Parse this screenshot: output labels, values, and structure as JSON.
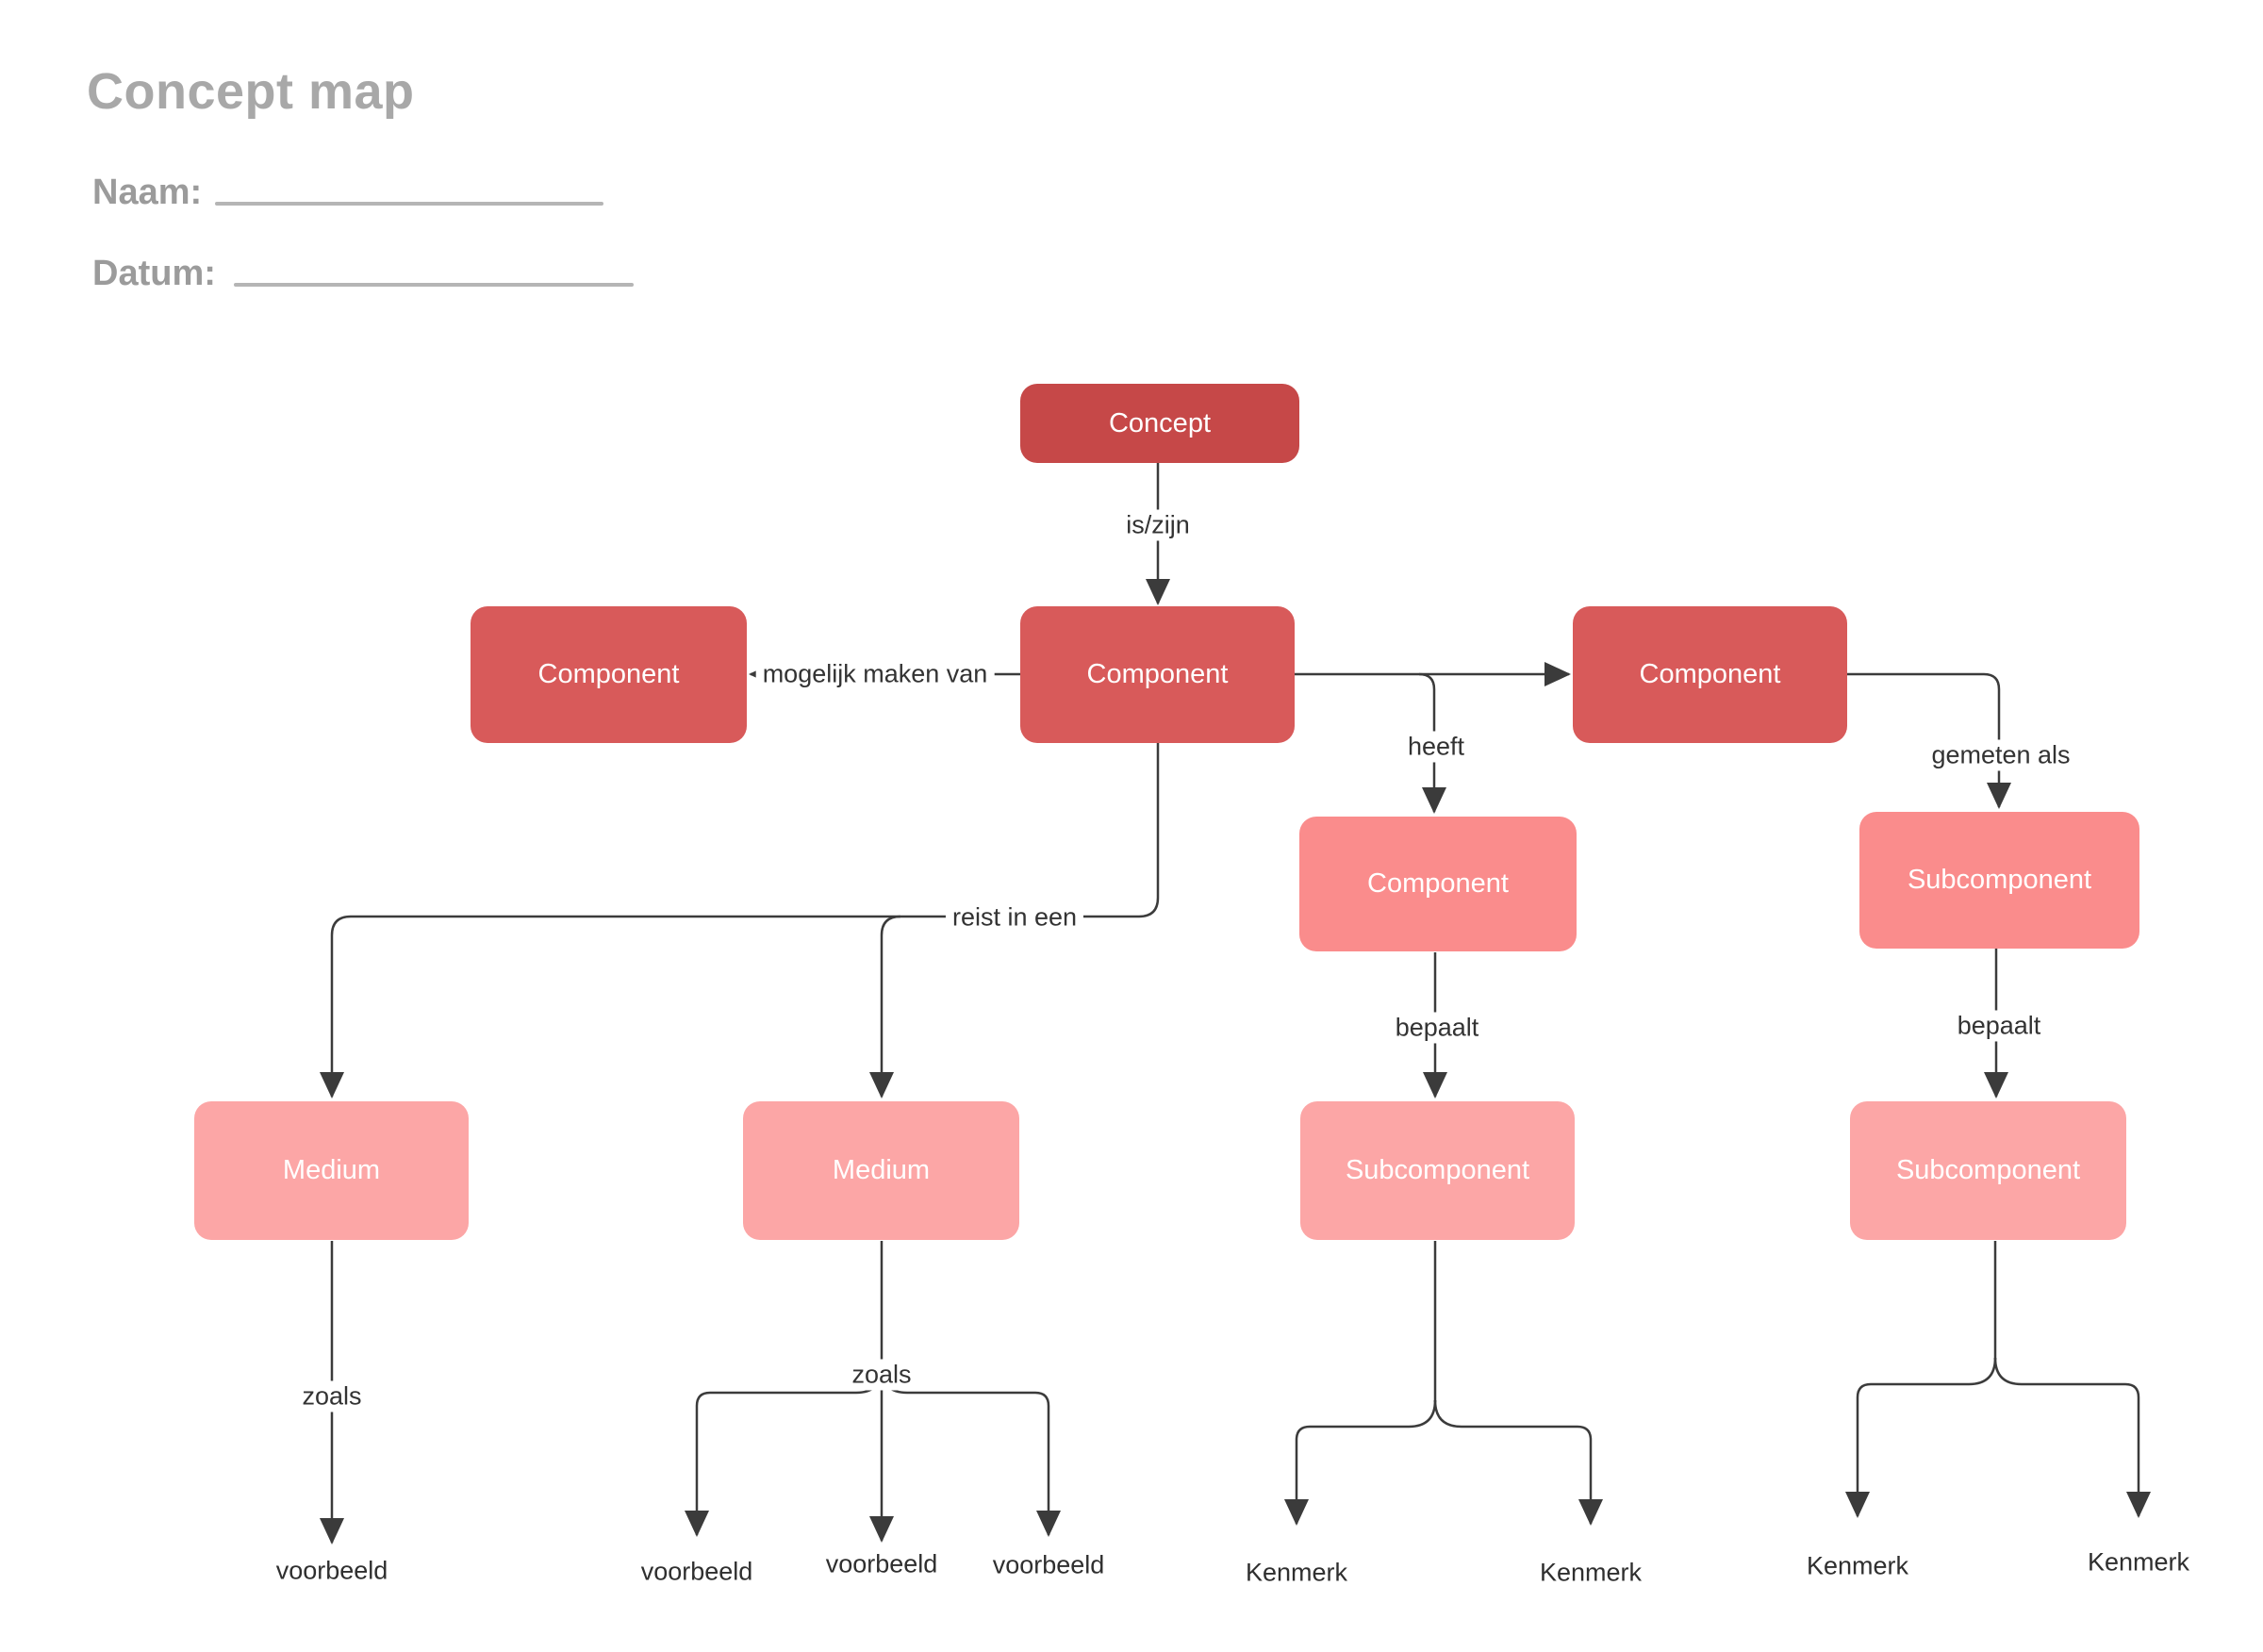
{
  "header": {
    "title": "Concept map",
    "name_label": "Naam:",
    "date_label": "Datum:"
  },
  "colors": {
    "level1_dark_red": "#c64848",
    "level2_red": "#d85a5a",
    "level3_pink": "#fa8c8c",
    "level4_light_pink": "#fca6a6",
    "connector_line": "#3b3b3b",
    "edge_label_text": "#333333",
    "heading_gray": "#a8a8a8"
  },
  "nodes": {
    "concept": "Concept",
    "component_center": "Component",
    "component_left": "Component",
    "component_right": "Component",
    "component_heeft": "Component",
    "subcomponent_gemeten": "Subcomponent",
    "medium_left": "Medium",
    "medium_right": "Medium",
    "subcomponent_bepaalt_left": "Subcomponent",
    "subcomponent_bepaalt_right": "Subcomponent"
  },
  "edges": {
    "is_zijn": "is/zijn",
    "mogelijk_maken_van": "mogelijk maken van",
    "heeft": "heeft",
    "gemeten_als": "gemeten als",
    "reist_in_een": "reist in een",
    "bepaalt_left": "bepaalt",
    "bepaalt_right": "bepaalt",
    "zoals_left": "zoals",
    "zoals_right": "zoals"
  },
  "leaves": {
    "voorbeeld_left": "voorbeeld",
    "voorbeeld_mid_left": "voorbeeld",
    "voorbeeld_mid_center": "voorbeeld",
    "voorbeeld_mid_right": "voorbeeld",
    "kenmerk_1": "Kenmerk",
    "kenmerk_2": "Kenmerk",
    "kenmerk_3": "Kenmerk",
    "kenmerk_4": "Kenmerk"
  }
}
